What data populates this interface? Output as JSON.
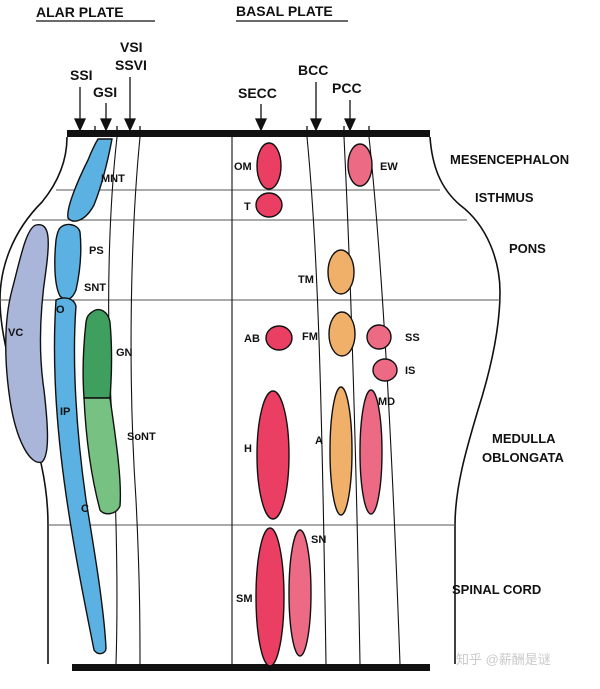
{
  "headers": {
    "alar": "ALAR PLATE",
    "basal": "BASAL PLATE"
  },
  "columns": {
    "ssi": "SSI",
    "gsi": "GSI",
    "vsi": "VSI",
    "ssvi": "SSVI",
    "secc": "SECC",
    "bcc": "BCC",
    "pcc": "PCC"
  },
  "regions": {
    "mesencephalon": "MESENCEPHALON",
    "isthmus": "ISTHMUS",
    "pons": "PONS",
    "medulla_1": "MEDULLA",
    "medulla_2": "OBLONGATA",
    "spinal": "SPINAL CORD"
  },
  "nuclei": {
    "mnt": "MNT",
    "ps": "PS",
    "snt": "SNT",
    "o": "O",
    "vc": "VC",
    "gn": "GN",
    "ip": "IP",
    "sont": "SoNT",
    "c": "C",
    "om": "OM",
    "t": "T",
    "ew": "EW",
    "tm": "TM",
    "fm": "FM",
    "ab": "AB",
    "ss": "SS",
    "is": "IS",
    "md": "MD",
    "h": "H",
    "a": "A",
    "sn": "SN",
    "sm": "SM"
  },
  "colors": {
    "somatic_sensory": "#5bb1e2",
    "vestibulocochlear": "#a9b5d9",
    "gustatory_dark": "#3f9f5e",
    "gustatory_light": "#77c183",
    "somatic_motor": "#ea3f63",
    "branchial_motor": "#f1b06a",
    "visceral_motor": "#ec6a83"
  },
  "watermark": "知乎 @薪酬是谜"
}
